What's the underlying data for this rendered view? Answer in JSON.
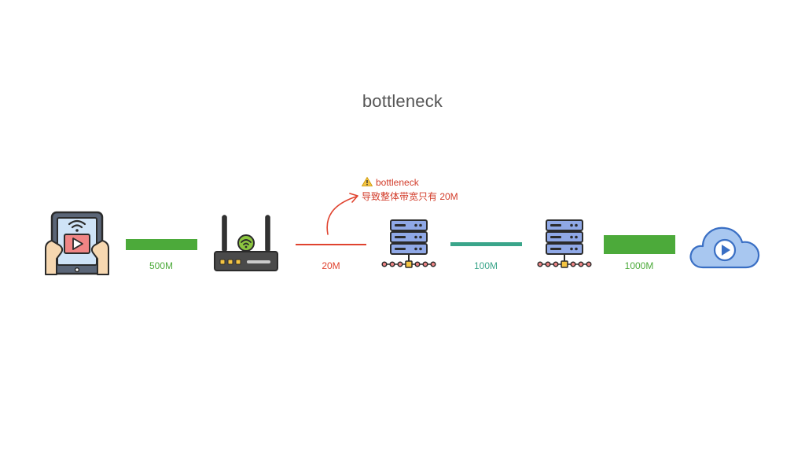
{
  "title": "bottleneck",
  "colors": {
    "green": "#4caa3a",
    "red": "#e0432f",
    "teal": "#3aa58a",
    "server_blue": "#8fa8e6",
    "cloud_blue": "#a8c7f0",
    "outline": "#2b2b2b"
  },
  "nodes": [
    {
      "name": "tablet-video-device",
      "icon": "tablet-play-icon"
    },
    {
      "name": "wifi-router",
      "icon": "router-icon"
    },
    {
      "name": "server-1",
      "icon": "server-rack-icon"
    },
    {
      "name": "server-2",
      "icon": "server-rack-icon"
    },
    {
      "name": "video-cloud",
      "icon": "cloud-play-icon"
    }
  ],
  "links": [
    {
      "label": "500M",
      "color": "#4caa3a"
    },
    {
      "label": "20M",
      "color": "#e0432f"
    },
    {
      "label": "100M",
      "color": "#3aa58a"
    },
    {
      "label": "1000M",
      "color": "#4caa3a"
    }
  ],
  "note": {
    "line1": "bottleneck",
    "line2": "导致整体带宽只有 20M",
    "icon": "warning-icon"
  }
}
